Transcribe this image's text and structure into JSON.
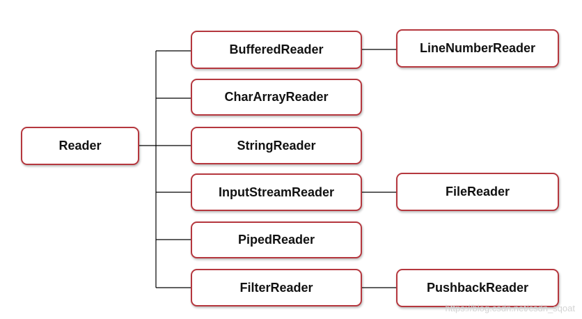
{
  "diagram": {
    "root": "Reader",
    "children": [
      "BufferedReader",
      "CharArrayReader",
      "StringReader",
      "InputStreamReader",
      "PipedReader",
      "FilterReader"
    ],
    "grandchildren": {
      "line_number_reader": "LineNumberReader",
      "file_reader": "FileReader",
      "pushback_reader": "PushbackReader"
    },
    "edges": [
      [
        "Reader",
        "BufferedReader"
      ],
      [
        "Reader",
        "CharArrayReader"
      ],
      [
        "Reader",
        "StringReader"
      ],
      [
        "Reader",
        "InputStreamReader"
      ],
      [
        "Reader",
        "PipedReader"
      ],
      [
        "Reader",
        "FilterReader"
      ],
      [
        "BufferedReader",
        "LineNumberReader"
      ],
      [
        "InputStreamReader",
        "FileReader"
      ],
      [
        "FilterReader",
        "PushbackReader"
      ]
    ]
  },
  "watermark": "https://blog.csdn.net/csdn_sqoat",
  "colors": {
    "node_border": "#b5373e",
    "connector": "#000000",
    "text": "#111111"
  }
}
